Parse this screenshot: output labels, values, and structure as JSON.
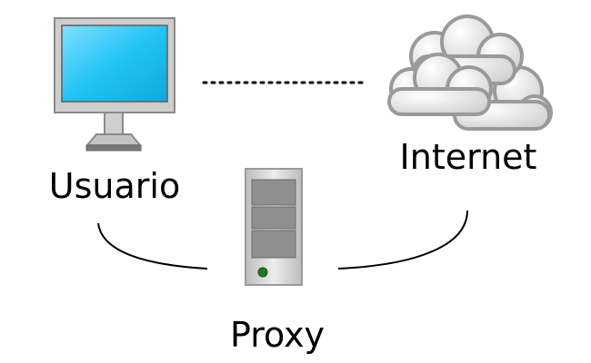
{
  "nodes": {
    "user": {
      "label": "Usuario",
      "icon": "monitor-icon"
    },
    "internet": {
      "label": "Internet",
      "icon": "cloud-icon"
    },
    "proxy": {
      "label": "Proxy",
      "icon": "server-tower-icon"
    }
  },
  "colors": {
    "screen": "#22c3f5",
    "frame": "#c8c8c8",
    "outline": "#8a8a8a",
    "cloud": "#e6e6e6",
    "server_panel": "#8f8f8f",
    "led": "#1e7a1e",
    "line": "#000000"
  }
}
